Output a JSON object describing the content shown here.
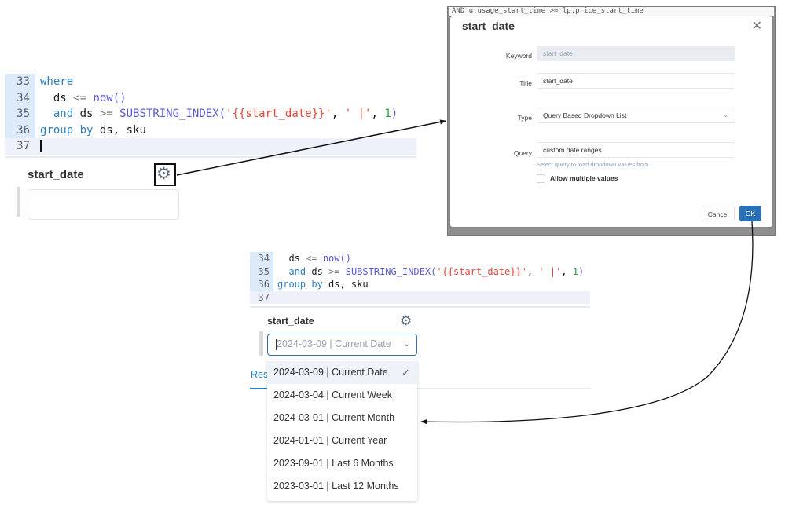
{
  "editor_top": {
    "lines": [
      {
        "num": "33",
        "tokens": [
          {
            "t": "where",
            "c": "kw"
          }
        ]
      },
      {
        "num": "34",
        "tokens": [
          {
            "t": "  ds ",
            "c": ""
          },
          {
            "t": "<=",
            "c": "op"
          },
          {
            "t": " ",
            "c": ""
          },
          {
            "t": "now()",
            "c": "fn"
          }
        ]
      },
      {
        "num": "35",
        "tokens": [
          {
            "t": "  ",
            "c": ""
          },
          {
            "t": "and",
            "c": "kw"
          },
          {
            "t": " ds ",
            "c": ""
          },
          {
            "t": ">=",
            "c": "op"
          },
          {
            "t": " ",
            "c": ""
          },
          {
            "t": "SUBSTRING_INDEX(",
            "c": "fn"
          },
          {
            "t": "'{{start_date}}'",
            "c": "str"
          },
          {
            "t": ", ",
            "c": ""
          },
          {
            "t": "' |'",
            "c": "str"
          },
          {
            "t": ", ",
            "c": ""
          },
          {
            "t": "1",
            "c": "num"
          },
          {
            "t": ")",
            "c": "fn"
          }
        ]
      },
      {
        "num": "36",
        "tokens": [
          {
            "t": "group by",
            "c": "kw"
          },
          {
            "t": " ds, sku",
            "c": ""
          }
        ]
      },
      {
        "num": "37",
        "tokens": []
      }
    ]
  },
  "editor_bottom": {
    "lines": [
      {
        "num": "34",
        "tokens": [
          {
            "t": "  ds ",
            "c": ""
          },
          {
            "t": "<=",
            "c": "op"
          },
          {
            "t": " ",
            "c": ""
          },
          {
            "t": "now()",
            "c": "fn"
          }
        ]
      },
      {
        "num": "35",
        "tokens": [
          {
            "t": "  ",
            "c": ""
          },
          {
            "t": "and",
            "c": "kw"
          },
          {
            "t": " ds ",
            "c": ""
          },
          {
            "t": ">=",
            "c": "op"
          },
          {
            "t": " ",
            "c": ""
          },
          {
            "t": "SUBSTRING_INDEX(",
            "c": "fn"
          },
          {
            "t": "'{{start_date}}'",
            "c": "str"
          },
          {
            "t": ", ",
            "c": ""
          },
          {
            "t": "' |'",
            "c": "str"
          },
          {
            "t": ", ",
            "c": ""
          },
          {
            "t": "1",
            "c": "num"
          },
          {
            "t": ")",
            "c": "fn"
          }
        ]
      },
      {
        "num": "36",
        "tokens": [
          {
            "t": "group by",
            "c": "kw"
          },
          {
            "t": " ds, sku",
            "c": ""
          }
        ]
      },
      {
        "num": "37",
        "tokens": []
      }
    ]
  },
  "param_top": {
    "label": "start_date",
    "icon": "gear-icon",
    "value": ""
  },
  "modal": {
    "background_text": "AND u.usage_start_time >= lp.price_start_time",
    "title": "start_date",
    "close_icon": "✕",
    "keyword_label": "Keyword",
    "keyword_value": "start_date",
    "title_label": "Title",
    "title_value": "start_date",
    "type_label": "Type",
    "type_value": "Query Based Dropdown List",
    "query_label": "Query",
    "query_value": "custom date ranges",
    "query_help": "Select query to load dropdown values from",
    "allow_multiple_label": "Allow multiple values",
    "allow_multiple_checked": false,
    "cancel_label": "Cancel",
    "ok_label": "OK"
  },
  "param_bottom": {
    "label": "start_date",
    "icon": "gear-icon",
    "placeholder": "2024-03-09 | Current Date",
    "tab_label": "Res",
    "options": [
      {
        "label": "2024-03-09 | Current Date",
        "selected": true
      },
      {
        "label": "2024-03-04 | Current Week",
        "selected": false
      },
      {
        "label": "2024-03-01 | Current Month",
        "selected": false
      },
      {
        "label": "2024-01-01 | Current Year",
        "selected": false
      },
      {
        "label": "2023-09-01 | Last 6 Months",
        "selected": false
      },
      {
        "label": "2023-03-01 | Last 12 Months",
        "selected": false
      }
    ]
  },
  "colors": {
    "accent": "#2a71b8",
    "keyword": "#2d7fc0",
    "function": "#5b5bd6",
    "string": "#e2473b",
    "number": "#2f9e44"
  }
}
